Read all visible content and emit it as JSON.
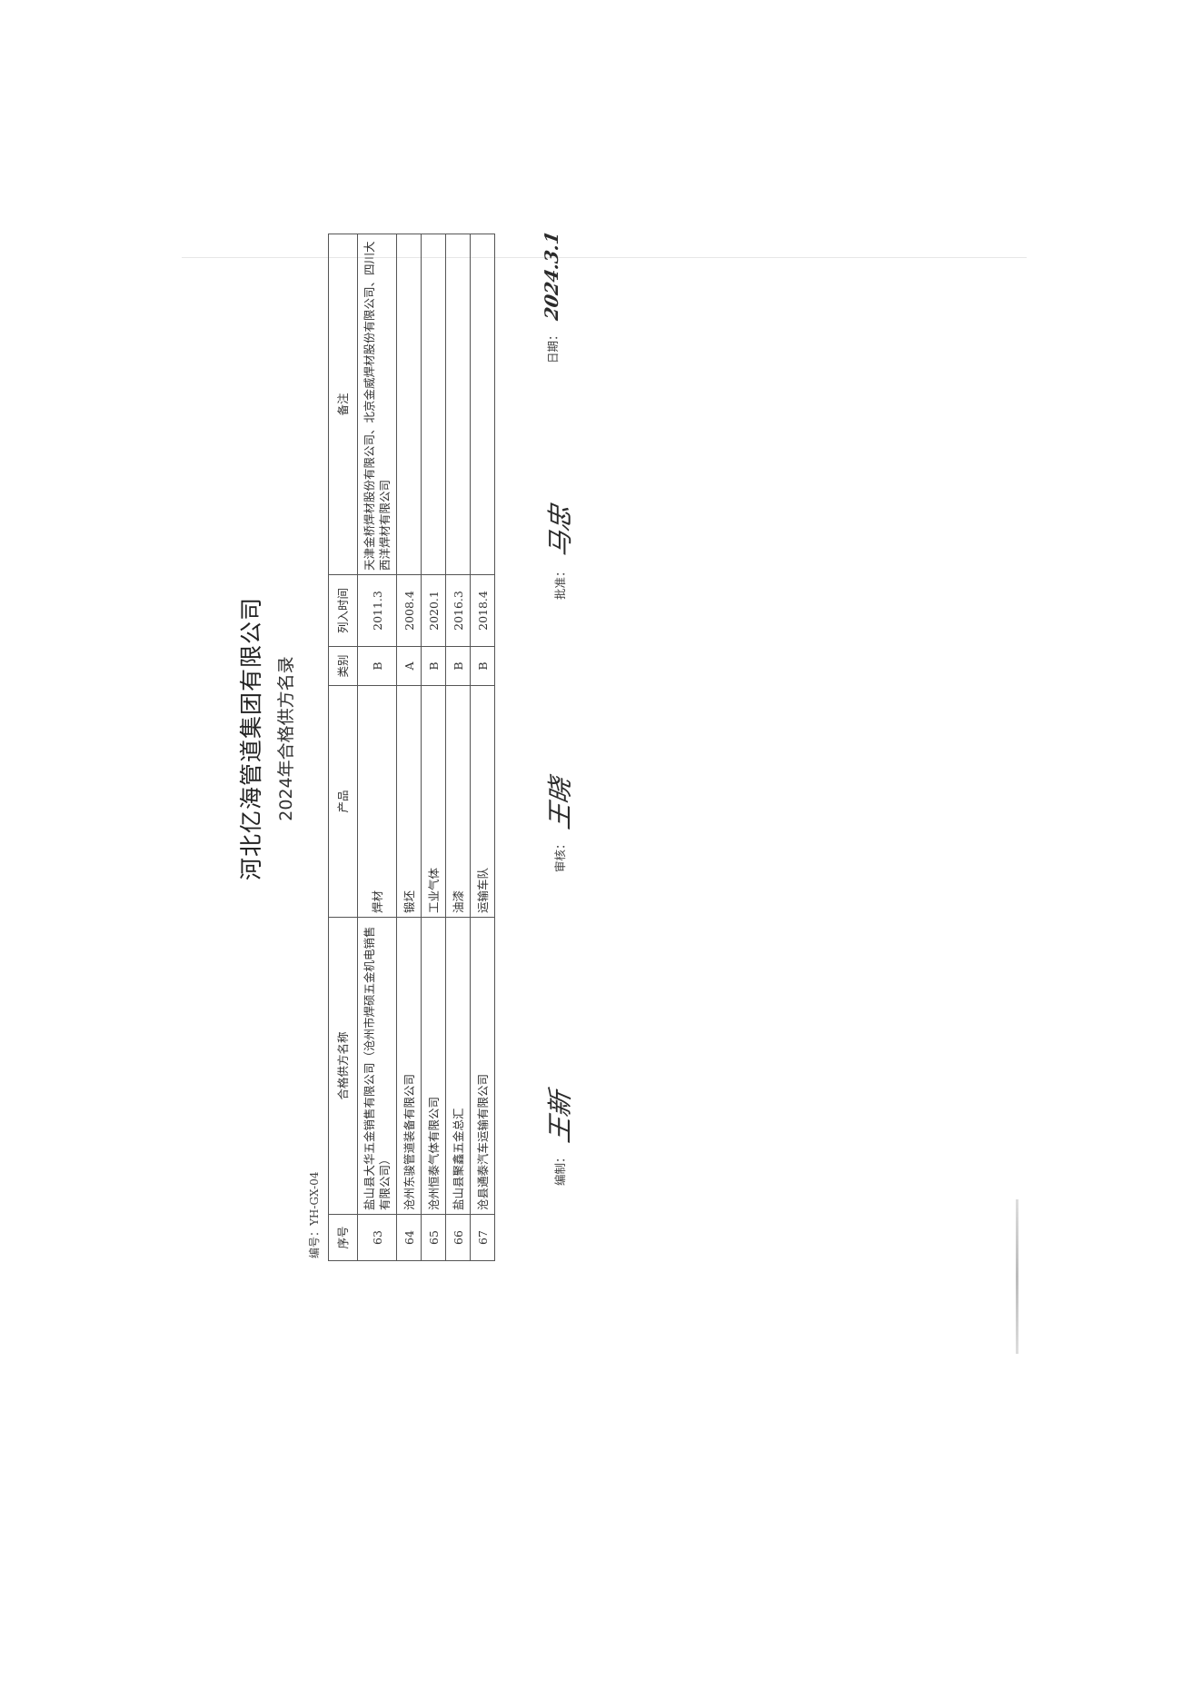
{
  "title": "河北亿海管道集团有限公司",
  "subtitle": "2024年合格供方名录",
  "code_label": "编号：",
  "code_value": "YH-GX-04",
  "table": {
    "headers": [
      "序号",
      "合格供方名称",
      "产品",
      "类别",
      "列入时间",
      "备注"
    ],
    "rows": [
      {
        "no": "63",
        "name": "盐山县大华五金销售有限公司（沧州市焊硕五金机电销售有限公司）",
        "product": "焊材",
        "category": "B",
        "date": "2011.3",
        "remark": "天津金桥焊材股份有限公司、北京金威焊材股份有限公司、四川大西洋焊材有限公司"
      },
      {
        "no": "64",
        "name": "沧州东骏管道装备有限公司",
        "product": "锻坯",
        "category": "A",
        "date": "2008.4",
        "remark": ""
      },
      {
        "no": "65",
        "name": "沧州恒泰气体有限公司",
        "product": "工业气体",
        "category": "B",
        "date": "2020.1",
        "remark": ""
      },
      {
        "no": "66",
        "name": "盐山县聚鑫五金总汇",
        "product": "油漆",
        "category": "B",
        "date": "2016.3",
        "remark": ""
      },
      {
        "no": "67",
        "name": "沧县通泰汽车运输有限公司",
        "product": "运输车队",
        "category": "B",
        "date": "2018.4",
        "remark": ""
      }
    ]
  },
  "footer": {
    "prepared_label": "编制：",
    "prepared_sig": "王新",
    "reviewed_label": "审核：",
    "reviewed_sig": "王晓",
    "approved_label": "批准：",
    "approved_sig": "马忠",
    "date_label": "日期：",
    "date_value": "2024.3.1"
  }
}
